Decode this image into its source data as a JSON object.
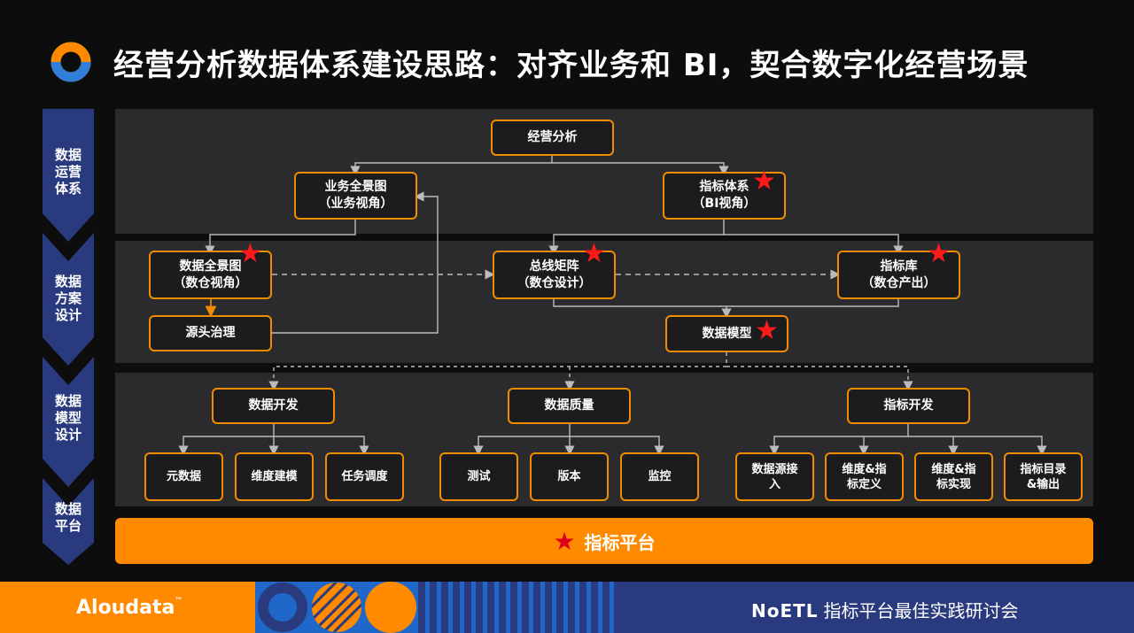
{
  "title": "经营分析数据体系建设思路：对齐业务和 BI，契合数字化经营场景",
  "side_labels": [
    "数据\n运营\n体系",
    "数据\n方案\n设计",
    "数据\n模型\n设计",
    "数据\n平台"
  ],
  "nodes": {
    "jingying": "经营分析",
    "yewu": "业务全景图\n（业务视角）",
    "zhibiao_tixi": "指标体系\n（BI视角）",
    "shuju_quanjing": "数据全景图\n（数仓视角）",
    "yuantou": "源头治理",
    "zongxian": "总线矩阵\n（数仓设计）",
    "zhibiao_ku": "指标库\n（数仓产出）",
    "shuju_moxing": "数据模型",
    "shuju_kaifa": "数据开发",
    "shuju_zhiliang": "数据质量",
    "zhibiao_kaifa": "指标开发",
    "yuanshuju": "元数据",
    "weidu_jianmo": "维度建模",
    "renwu_diaodu": "任务调度",
    "ceshi": "测试",
    "banben": "版本",
    "jiankong": "监控",
    "shujuyuan_jieru": "数据源接\n入",
    "weidu_zhibiao_dingyi": "维度&指\n标定义",
    "weidu_zhibiao_shixian": "维度&指\n标实现",
    "zhibiao_mulu": "指标目录\n&输出"
  },
  "platform": {
    "star": "★",
    "label": "指标平台"
  },
  "star_glyph": "★",
  "footer": {
    "brand": "Aloudata",
    "tm": "™",
    "event_brand": "NoETL",
    "event": "指标平台最佳实践研讨会"
  },
  "colors": {
    "accent": "#ff8a00",
    "navy": "#2a3a7e",
    "star": "#ff1a1a",
    "panel": "#2b2b2e"
  }
}
